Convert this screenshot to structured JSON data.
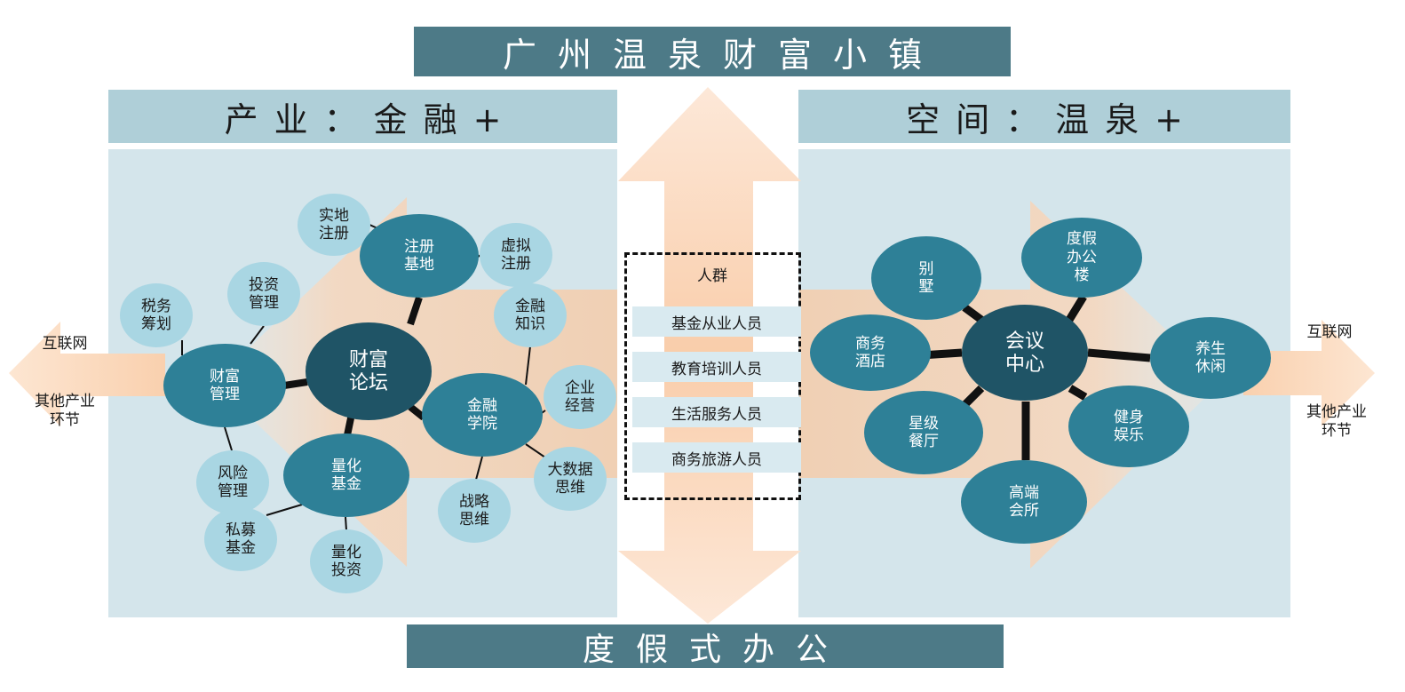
{
  "title": "广州温泉财富小镇",
  "bottom_title": "度假式办公",
  "left_section": {
    "header": "产业：金融+",
    "center": "财富\n论坛",
    "hubs": [
      "注册\n基地",
      "财富\n管理",
      "量化\n基金",
      "金融\n学院"
    ],
    "leaves": [
      "实地\n注册",
      "虚拟\n注册",
      "投资\n管理",
      "税务\n筹划",
      "风险\n管理",
      "私募\n基金",
      "量化\n投资",
      "金融\n知识",
      "企业\n经营",
      "大数据\n思维",
      "战略\n思维"
    ]
  },
  "right_section": {
    "header": "空间：温泉+",
    "center": "会议\n中心",
    "nodes": [
      "别\n墅",
      "度假\n办公\n楼",
      "商务\n酒店",
      "养生\n休闲",
      "星级\n餐厅",
      "健身\n娱乐",
      "高端\n会所"
    ]
  },
  "crowd": {
    "title": "人群",
    "items": [
      "基金从业人员",
      "教育培训人员",
      "生活服务人员",
      "商务旅游人员"
    ]
  },
  "left_side": {
    "top": "互联网",
    "bottom": "其他产业\n环节"
  },
  "right_side": {
    "top": "互联网",
    "bottom": "其他产业\n环节"
  },
  "colors": {
    "banner": "#4d7a87",
    "header": "#afcfd8",
    "panel": "#d4e5eb",
    "node_dark": "#1f5466",
    "node_mid": "#2e8097",
    "node_light": "#a9d6e3",
    "arrow": "#f8c9a3"
  }
}
